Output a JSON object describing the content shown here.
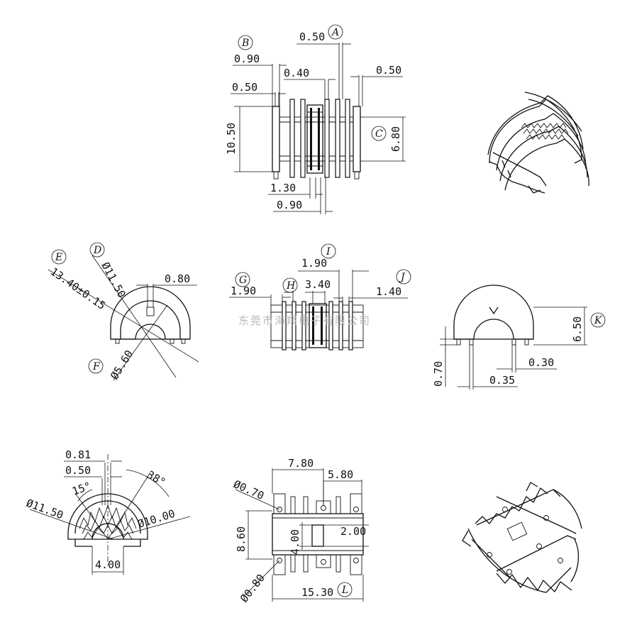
{
  "dims": {
    "top_050a": "0.50",
    "top_090": "0.90",
    "top_040": "0.40",
    "top_050b": "0.50",
    "top_050c": "0.50",
    "top_1050": "10.50",
    "top_680": "6.80",
    "top_130": "1.30",
    "top_090b": "0.90",
    "mid_dia1150": "Ø11.50",
    "mid_1340": "13.40±0.15",
    "mid_080": "0.80",
    "mid_dia560": "Ø5.60",
    "front_190a": "1.90",
    "front_190b": "1.90",
    "front_340": "3.40",
    "front_140": "1.40",
    "side_650": "6.50",
    "side_070": "0.70",
    "side_030": "0.30",
    "side_035": "0.35",
    "sec_081": "0.81",
    "sec_050": "0.50",
    "sec_15deg": "15°",
    "sec_38deg": "38°",
    "sec_dia1150": "Ø11.50",
    "sec_dia1000": "Ø10.00",
    "sec_400": "4.00",
    "bot_780": "7.80",
    "bot_580": "5.80",
    "bot_dia070": "Ø0.70",
    "bot_860": "8.60",
    "bot_200": "2.00",
    "bot_400": "4.00",
    "bot_dia080": "Ø0.80",
    "bot_1530": "15.30"
  },
  "labels": {
    "A": "A",
    "B": "B",
    "C": "C",
    "D": "D",
    "E": "E",
    "F": "F",
    "G": "G",
    "H": "H",
    "I": "I",
    "J": "J",
    "K": "K",
    "L": "L"
  },
  "watermark": "东莞市海翔电子有限公司"
}
